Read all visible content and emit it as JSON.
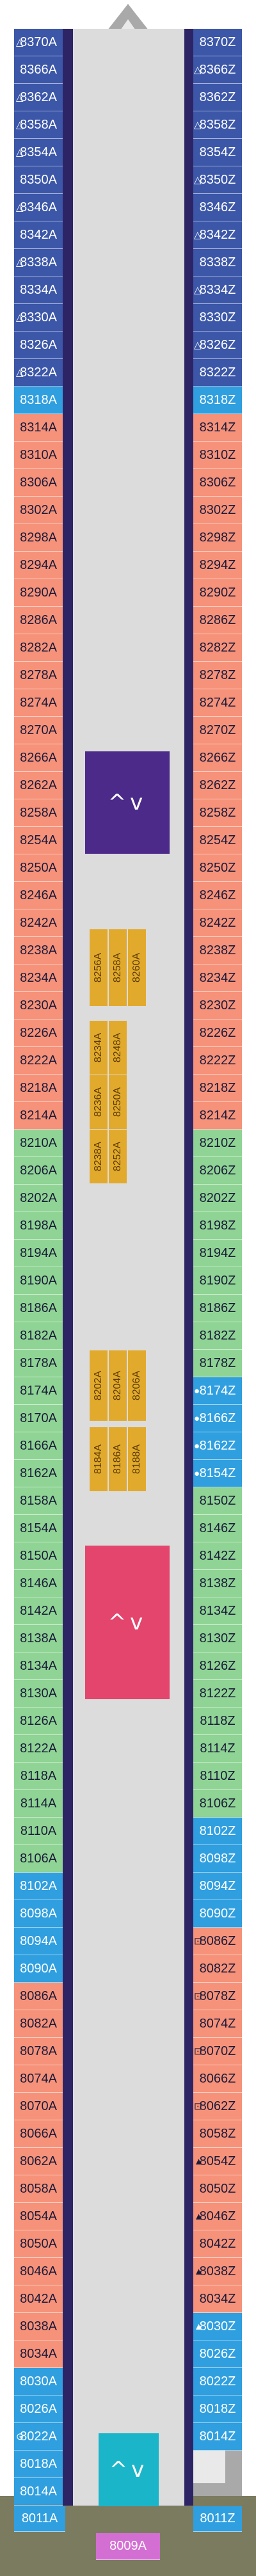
{
  "colors": {
    "navy": "#3c57a8",
    "deep": "#3a2478",
    "salmon": "#f6927a",
    "green": "#8fd494",
    "blue": "#2f9fe0",
    "gold": "#e2aa2d",
    "purple_feature": "#4c2a8a",
    "pink_feature": "#e3456d",
    "teal_feature": "#1bb5c9",
    "magenta": "#d36fd3",
    "corridor": "#dcdcdc",
    "hull": "#9a9a9a",
    "stern": "#7b7b60"
  },
  "left_cabins": [
    {
      "label": "8370A",
      "color": "navy",
      "marker": "△"
    },
    {
      "label": "8366A",
      "color": "navy"
    },
    {
      "label": "8362A",
      "color": "navy",
      "marker": "△"
    },
    {
      "label": "8358A",
      "color": "navy",
      "marker": "△"
    },
    {
      "label": "8354A",
      "color": "navy",
      "marker": "△"
    },
    {
      "label": "8350A",
      "color": "navy"
    },
    {
      "label": "8346A",
      "color": "navy",
      "marker": "△"
    },
    {
      "label": "8342A",
      "color": "navy"
    },
    {
      "label": "8338A",
      "color": "navy",
      "marker": "△"
    },
    {
      "label": "8334A",
      "color": "navy"
    },
    {
      "label": "8330A",
      "color": "navy",
      "marker": "△"
    },
    {
      "label": "8326A",
      "color": "navy"
    },
    {
      "label": "8322A",
      "color": "navy",
      "marker": "△"
    },
    {
      "label": "8318A",
      "color": "blue"
    },
    {
      "label": "8314A",
      "color": "salmon"
    },
    {
      "label": "8310A",
      "color": "salmon"
    },
    {
      "label": "8306A",
      "color": "salmon"
    },
    {
      "label": "8302A",
      "color": "salmon"
    },
    {
      "label": "8298A",
      "color": "salmon"
    },
    {
      "label": "8294A",
      "color": "salmon"
    },
    {
      "label": "8290A",
      "color": "salmon"
    },
    {
      "label": "8286A",
      "color": "salmon"
    },
    {
      "label": "8282A",
      "color": "salmon"
    },
    {
      "label": "8278A",
      "color": "salmon"
    },
    {
      "label": "8274A",
      "color": "salmon"
    },
    {
      "label": "8270A",
      "color": "salmon"
    },
    {
      "label": "8266A",
      "color": "salmon"
    },
    {
      "label": "8262A",
      "color": "salmon"
    },
    {
      "label": "8258A",
      "color": "salmon"
    },
    {
      "label": "8254A",
      "color": "salmon"
    },
    {
      "label": "8250A",
      "color": "salmon"
    },
    {
      "label": "8246A",
      "color": "salmon"
    },
    {
      "label": "8242A",
      "color": "salmon"
    },
    {
      "label": "8238A",
      "color": "salmon"
    },
    {
      "label": "8234A",
      "color": "salmon"
    },
    {
      "label": "8230A",
      "color": "salmon"
    },
    {
      "label": "8226A",
      "color": "salmon"
    },
    {
      "label": "8222A",
      "color": "salmon"
    },
    {
      "label": "8218A",
      "color": "salmon"
    },
    {
      "label": "8214A",
      "color": "salmon"
    },
    {
      "label": "8210A",
      "color": "green"
    },
    {
      "label": "8206A",
      "color": "green"
    },
    {
      "label": "8202A",
      "color": "green"
    },
    {
      "label": "8198A",
      "color": "green"
    },
    {
      "label": "8194A",
      "color": "green"
    },
    {
      "label": "8190A",
      "color": "green"
    },
    {
      "label": "8186A",
      "color": "green"
    },
    {
      "label": "8182A",
      "color": "green"
    },
    {
      "label": "8178A",
      "color": "green"
    },
    {
      "label": "8174A",
      "color": "green"
    },
    {
      "label": "8170A",
      "color": "green"
    },
    {
      "label": "8166A",
      "color": "green"
    },
    {
      "label": "8162A",
      "color": "green"
    },
    {
      "label": "8158A",
      "color": "green"
    },
    {
      "label": "8154A",
      "color": "green"
    },
    {
      "label": "8150A",
      "color": "green"
    },
    {
      "label": "8146A",
      "color": "green"
    },
    {
      "label": "8142A",
      "color": "green"
    },
    {
      "label": "8138A",
      "color": "green"
    },
    {
      "label": "8134A",
      "color": "green"
    },
    {
      "label": "8130A",
      "color": "green"
    },
    {
      "label": "8126A",
      "color": "green"
    },
    {
      "label": "8122A",
      "color": "green"
    },
    {
      "label": "8118A",
      "color": "green"
    },
    {
      "label": "8114A",
      "color": "green"
    },
    {
      "label": "8110A",
      "color": "green"
    },
    {
      "label": "8106A",
      "color": "green"
    },
    {
      "label": "8102A",
      "color": "blue"
    },
    {
      "label": "8098A",
      "color": "blue"
    },
    {
      "label": "8094A",
      "color": "blue"
    },
    {
      "label": "8090A",
      "color": "blue"
    },
    {
      "label": "8086A",
      "color": "salmon"
    },
    {
      "label": "8082A",
      "color": "salmon"
    },
    {
      "label": "8078A",
      "color": "salmon"
    },
    {
      "label": "8074A",
      "color": "salmon"
    },
    {
      "label": "8070A",
      "color": "salmon"
    },
    {
      "label": "8066A",
      "color": "salmon"
    },
    {
      "label": "8062A",
      "color": "salmon"
    },
    {
      "label": "8058A",
      "color": "salmon"
    },
    {
      "label": "8054A",
      "color": "salmon"
    },
    {
      "label": "8050A",
      "color": "salmon"
    },
    {
      "label": "8046A",
      "color": "salmon"
    },
    {
      "label": "8042A",
      "color": "salmon"
    },
    {
      "label": "8038A",
      "color": "salmon"
    },
    {
      "label": "8034A",
      "color": "salmon"
    },
    {
      "label": "8030A",
      "color": "blue"
    },
    {
      "label": "8026A",
      "color": "blue"
    },
    {
      "label": "8022A",
      "color": "blue",
      "marker": "⊙"
    },
    {
      "label": "8018A",
      "color": "blue"
    },
    {
      "label": "8014A",
      "color": "blue"
    }
  ],
  "right_cabins": [
    {
      "label": "8370Z",
      "color": "navy"
    },
    {
      "label": "8366Z",
      "color": "navy",
      "marker": "△"
    },
    {
      "label": "8362Z",
      "color": "navy"
    },
    {
      "label": "8358Z",
      "color": "navy",
      "marker": "△"
    },
    {
      "label": "8354Z",
      "color": "navy"
    },
    {
      "label": "8350Z",
      "color": "navy",
      "marker": "△"
    },
    {
      "label": "8346Z",
      "color": "navy"
    },
    {
      "label": "8342Z",
      "color": "navy",
      "marker": "△"
    },
    {
      "label": "8338Z",
      "color": "navy"
    },
    {
      "label": "8334Z",
      "color": "navy",
      "marker": "△"
    },
    {
      "label": "8330Z",
      "color": "navy"
    },
    {
      "label": "8326Z",
      "color": "navy",
      "marker": "△"
    },
    {
      "label": "8322Z",
      "color": "navy"
    },
    {
      "label": "8318Z",
      "color": "blue"
    },
    {
      "label": "8314Z",
      "color": "salmon"
    },
    {
      "label": "8310Z",
      "color": "salmon"
    },
    {
      "label": "8306Z",
      "color": "salmon"
    },
    {
      "label": "8302Z",
      "color": "salmon"
    },
    {
      "label": "8298Z",
      "color": "salmon"
    },
    {
      "label": "8294Z",
      "color": "salmon"
    },
    {
      "label": "8290Z",
      "color": "salmon"
    },
    {
      "label": "8286Z",
      "color": "salmon"
    },
    {
      "label": "8282Z",
      "color": "salmon"
    },
    {
      "label": "8278Z",
      "color": "salmon"
    },
    {
      "label": "8274Z",
      "color": "salmon"
    },
    {
      "label": "8270Z",
      "color": "salmon"
    },
    {
      "label": "8266Z",
      "color": "salmon"
    },
    {
      "label": "8262Z",
      "color": "salmon"
    },
    {
      "label": "8258Z",
      "color": "salmon"
    },
    {
      "label": "8254Z",
      "color": "salmon"
    },
    {
      "label": "8250Z",
      "color": "salmon"
    },
    {
      "label": "8246Z",
      "color": "salmon"
    },
    {
      "label": "8242Z",
      "color": "salmon"
    },
    {
      "label": "8238Z",
      "color": "salmon"
    },
    {
      "label": "8234Z",
      "color": "salmon"
    },
    {
      "label": "8230Z",
      "color": "salmon"
    },
    {
      "label": "8226Z",
      "color": "salmon"
    },
    {
      "label": "8222Z",
      "color": "salmon"
    },
    {
      "label": "8218Z",
      "color": "salmon"
    },
    {
      "label": "8214Z",
      "color": "salmon"
    },
    {
      "label": "8210Z",
      "color": "green"
    },
    {
      "label": "8206Z",
      "color": "green"
    },
    {
      "label": "8202Z",
      "color": "green"
    },
    {
      "label": "8198Z",
      "color": "green"
    },
    {
      "label": "8194Z",
      "color": "green"
    },
    {
      "label": "8190Z",
      "color": "green"
    },
    {
      "label": "8186Z",
      "color": "green"
    },
    {
      "label": "8182Z",
      "color": "green"
    },
    {
      "label": "8178Z",
      "color": "green"
    },
    {
      "label": "8174Z",
      "color": "blue",
      "marker": "●"
    },
    {
      "label": "8166Z",
      "color": "blue",
      "marker": "●"
    },
    {
      "label": "8162Z",
      "color": "blue",
      "marker": "●"
    },
    {
      "label": "8154Z",
      "color": "blue",
      "marker": "●"
    },
    {
      "label": "8150Z",
      "color": "green"
    },
    {
      "label": "8146Z",
      "color": "green"
    },
    {
      "label": "8142Z",
      "color": "green"
    },
    {
      "label": "8138Z",
      "color": "green"
    },
    {
      "label": "8134Z",
      "color": "green"
    },
    {
      "label": "8130Z",
      "color": "green"
    },
    {
      "label": "8126Z",
      "color": "green"
    },
    {
      "label": "8122Z",
      "color": "green"
    },
    {
      "label": "8118Z",
      "color": "green"
    },
    {
      "label": "8114Z",
      "color": "green"
    },
    {
      "label": "8110Z",
      "color": "green"
    },
    {
      "label": "8106Z",
      "color": "green"
    },
    {
      "label": "8102Z",
      "color": "blue"
    },
    {
      "label": "8098Z",
      "color": "blue"
    },
    {
      "label": "8094Z",
      "color": "blue"
    },
    {
      "label": "8090Z",
      "color": "blue"
    },
    {
      "label": "8086Z",
      "color": "salmon",
      "marker": "⊡"
    },
    {
      "label": "8082Z",
      "color": "salmon"
    },
    {
      "label": "8078Z",
      "color": "salmon",
      "marker": "⊡"
    },
    {
      "label": "8074Z",
      "color": "salmon"
    },
    {
      "label": "8070Z",
      "color": "salmon",
      "marker": "⊡"
    },
    {
      "label": "8066Z",
      "color": "salmon"
    },
    {
      "label": "8062Z",
      "color": "salmon",
      "marker": "⊡"
    },
    {
      "label": "8058Z",
      "color": "salmon"
    },
    {
      "label": "8054Z",
      "color": "salmon",
      "marker": "▲"
    },
    {
      "label": "8050Z",
      "color": "salmon"
    },
    {
      "label": "8046Z",
      "color": "salmon",
      "marker": "▲"
    },
    {
      "label": "8042Z",
      "color": "salmon"
    },
    {
      "label": "8038Z",
      "color": "salmon",
      "marker": "▲"
    },
    {
      "label": "8034Z",
      "color": "salmon"
    },
    {
      "label": "8030Z",
      "color": "blue",
      "marker": "▲"
    },
    {
      "label": "8026Z",
      "color": "blue"
    },
    {
      "label": "8022Z",
      "color": "blue"
    },
    {
      "label": "8018Z",
      "color": "blue"
    },
    {
      "label": "8014Z",
      "color": "blue"
    }
  ],
  "center_cabins": {
    "upper": [
      "8256A",
      "8258A",
      "8260A"
    ],
    "middle": [
      "8234A",
      "8248A",
      "8236A",
      "8250A",
      "8238A",
      "8252A"
    ],
    "lower_a": [
      "8202A",
      "8204A",
      "8206A"
    ],
    "lower_b": [
      "8184A",
      "8186A",
      "8188A"
    ]
  },
  "stern": {
    "left": "8011A",
    "center": "8009A",
    "right": "8011Z"
  },
  "features": {
    "chevron": "^v"
  }
}
